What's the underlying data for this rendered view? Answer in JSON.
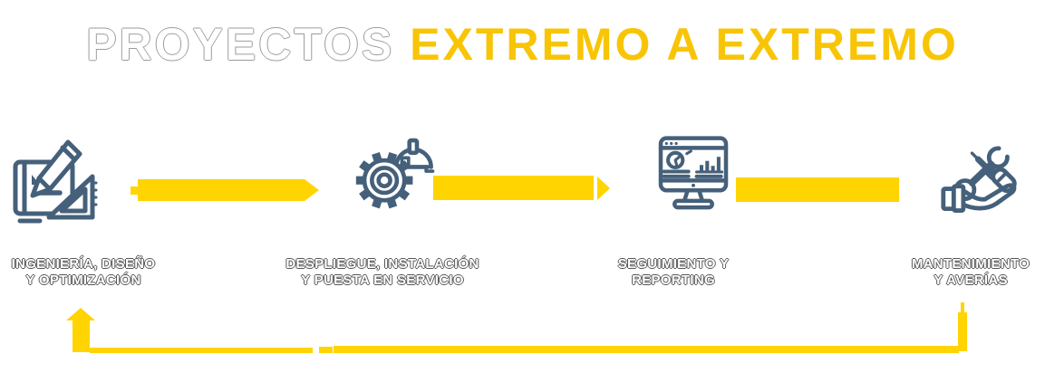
{
  "title": {
    "part1": "PROYECTOS ",
    "part2": "EXTREMO A EXTREMO"
  },
  "colors": {
    "icon_blue": "#45607A",
    "arrow_yellow": "#FFD400",
    "title_yellow": "#F8C506",
    "label_text": "#FFFFFF"
  },
  "steps": [
    {
      "icon": "blueprint-pencil-ruler-icon",
      "line1": "INGENIERÍA, DISEÑO",
      "line2": "Y OPTIMIZACIÓN"
    },
    {
      "icon": "gear-hardhat-icon",
      "line1": "DESPLIEGUE, INSTALACIÓN",
      "line2": "Y PUESTA EN SERVICIO"
    },
    {
      "icon": "monitor-reporting-icon",
      "line1": "SEGUIMIENTO Y",
      "line2": "REPORTING"
    },
    {
      "icon": "hand-tools-icon",
      "line1": "MANTENIMIENTO",
      "line2": "Y AVERÍAS"
    }
  ]
}
